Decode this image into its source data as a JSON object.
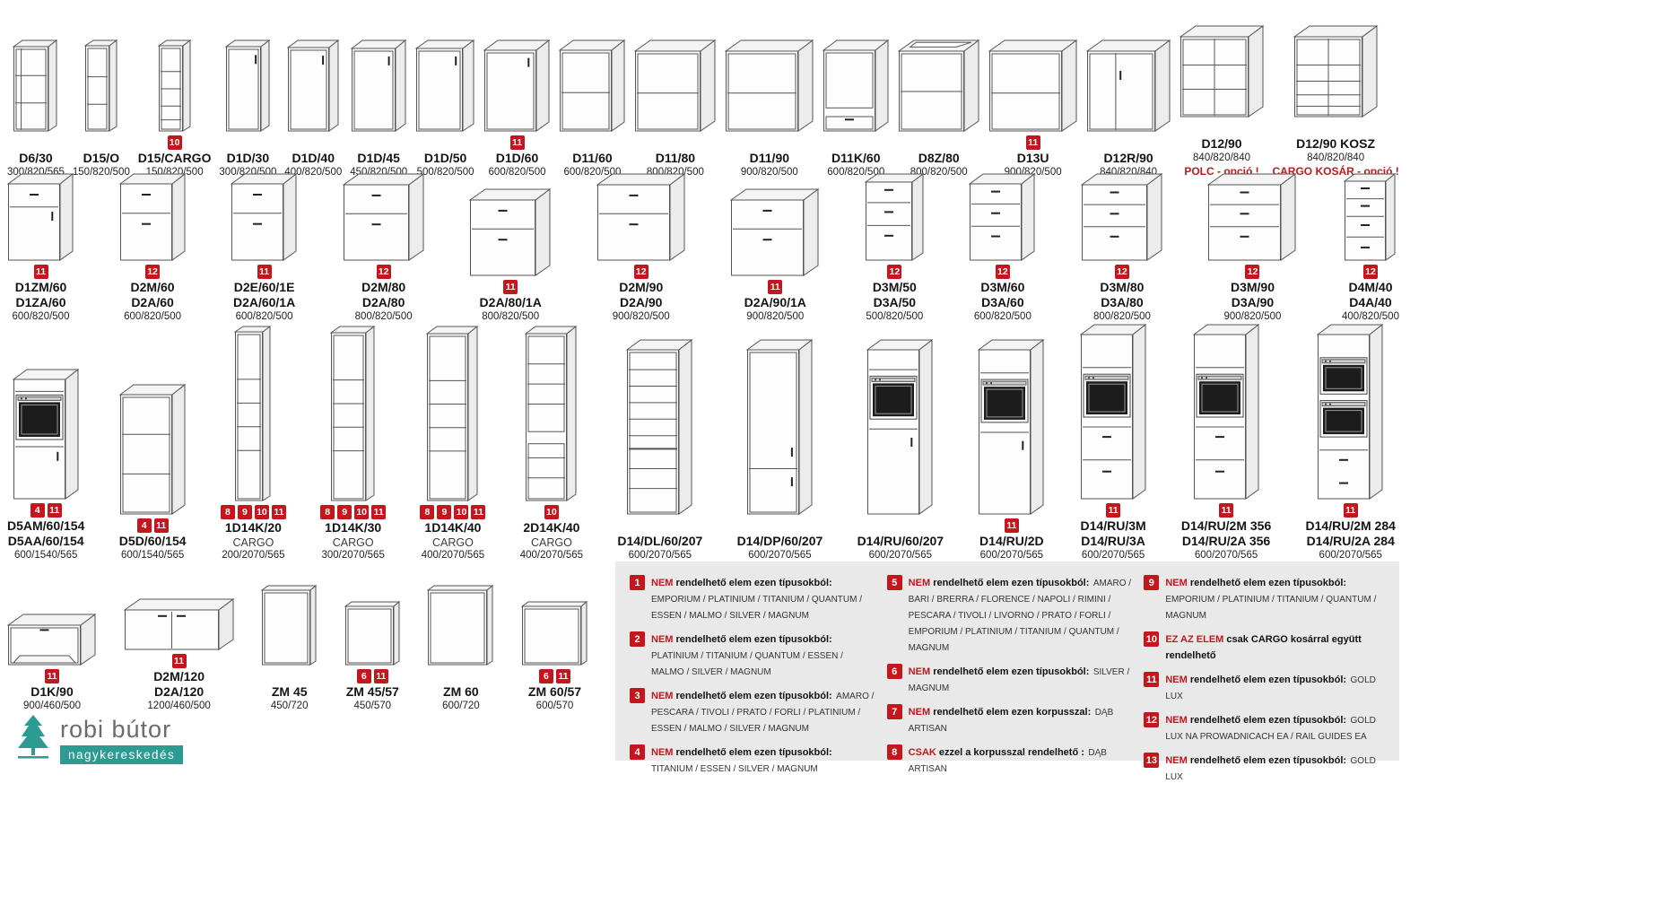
{
  "colors": {
    "badge_red": "#c4161c",
    "note_red": "#c4161c",
    "legend_background": "#e9e9e9",
    "logo_teal": "#2e9b93",
    "drawing_line": "#555555"
  },
  "logo": {
    "icon": "tree-icon",
    "name": "robi bútor",
    "subtitle": "nagykereskedés"
  },
  "rows": [
    {
      "name": "base-cabinets",
      "items": [
        {
          "code": [
            "D6/30"
          ],
          "dims": "300/820/565",
          "badges": [],
          "drawing": "open-corner-shelf"
        },
        {
          "code": [
            "D15/O"
          ],
          "dims": "150/820/500",
          "badges": [],
          "drawing": "open-shelf"
        },
        {
          "code": [
            "D15/CARGO"
          ],
          "dims": "150/820/500",
          "badges": [
            10
          ],
          "drawing": "cargo-pullout"
        },
        {
          "code": [
            "D1D/30"
          ],
          "dims": "300/820/500",
          "badges": [],
          "drawing": "single-door"
        },
        {
          "code": [
            "D1D/40"
          ],
          "dims": "400/820/500",
          "badges": [],
          "drawing": "single-door"
        },
        {
          "code": [
            "D1D/45"
          ],
          "dims": "450/820/500",
          "badges": [],
          "drawing": "single-door"
        },
        {
          "code": [
            "D1D/50"
          ],
          "dims": "500/820/500",
          "badges": [],
          "drawing": "single-door"
        },
        {
          "code": [
            "D1D/60"
          ],
          "dims": "600/820/500",
          "badges": [
            11
          ],
          "drawing": "single-door"
        },
        {
          "code": [
            "D11/60"
          ],
          "dims": "600/820/500",
          "badges": [],
          "drawing": "open-carcass"
        },
        {
          "code": [
            "D11/80"
          ],
          "dims": "800/820/500",
          "badges": [],
          "drawing": "open-carcass"
        },
        {
          "code": [
            "D11/90"
          ],
          "dims": "900/820/500",
          "badges": [],
          "drawing": "open-carcass"
        },
        {
          "code": [
            "D11K/60"
          ],
          "dims": "600/820/500",
          "badges": [],
          "drawing": "carcass-with-drawer"
        },
        {
          "code": [
            "D8Z/80"
          ],
          "dims": "800/820/500",
          "badges": [],
          "drawing": "sink-carcass"
        },
        {
          "code": [
            "D13U"
          ],
          "dims": "900/820/500",
          "badges": [
            11
          ],
          "drawing": "open-carcass"
        },
        {
          "code": [
            "D12R/90"
          ],
          "dims": "840/820/840",
          "badges": [],
          "drawing": "corner-door"
        },
        {
          "code": [
            "D12/90"
          ],
          "dims": "840/820/840",
          "badges": [],
          "drawing": "corner-l",
          "note": "POLC - opció !"
        },
        {
          "code": [
            "D12/90 KOSZ"
          ],
          "dims": "840/820/840",
          "badges": [],
          "drawing": "corner-l-basket",
          "note": "CARGO KOSÁR - opció !"
        }
      ]
    },
    {
      "name": "drawer-cabinets",
      "items": [
        {
          "code": [
            "D1ZM/60",
            "D1ZA/60"
          ],
          "dims": "600/820/500",
          "badges": [
            11
          ],
          "drawing": "drawer-over-door"
        },
        {
          "code": [
            "D2M/60",
            "D2A/60"
          ],
          "dims": "600/820/500",
          "badges": [
            12
          ],
          "drawing": "two-drawer"
        },
        {
          "code": [
            "D2E/60/1E",
            "D2A/60/1A"
          ],
          "dims": "600/820/500",
          "badges": [
            11
          ],
          "drawing": "two-drawer"
        },
        {
          "code": [
            "D2M/80",
            "D2A/80"
          ],
          "dims": "800/820/500",
          "badges": [
            12
          ],
          "drawing": "two-drawer"
        },
        {
          "code": [
            "D2A/80/1A"
          ],
          "dims": "800/820/500",
          "badges": [
            11
          ],
          "drawing": "two-drawer"
        },
        {
          "code": [
            "D2M/90",
            "D2A/90"
          ],
          "dims": "900/820/500",
          "badges": [
            12
          ],
          "drawing": "two-drawer"
        },
        {
          "code": [
            "D2A/90/1A"
          ],
          "dims": "900/820/500",
          "badges": [
            11
          ],
          "drawing": "two-drawer"
        },
        {
          "code": [
            "D3M/50",
            "D3A/50"
          ],
          "dims": "500/820/500",
          "badges": [
            12
          ],
          "drawing": "three-drawer"
        },
        {
          "code": [
            "D3M/60",
            "D3A/60"
          ],
          "dims": "600/820/500",
          "badges": [
            12
          ],
          "drawing": "three-drawer"
        },
        {
          "code": [
            "D3M/80",
            "D3A/80"
          ],
          "dims": "800/820/500",
          "badges": [
            12
          ],
          "drawing": "three-drawer"
        },
        {
          "code": [
            "D3M/90",
            "D3A/90"
          ],
          "dims": "900/820/500",
          "badges": [
            12
          ],
          "drawing": "three-drawer"
        },
        {
          "code": [
            "D4M/40",
            "D4A/40"
          ],
          "dims": "400/820/500",
          "badges": [
            12
          ],
          "drawing": "four-drawer"
        }
      ]
    },
    {
      "name": "tall-cabinets",
      "items": [
        {
          "code": [
            "D5AM/60/154",
            "D5AA/60/154"
          ],
          "dims": "600/1540/565",
          "badges": [
            4,
            11
          ],
          "drawing": "tall-oven"
        },
        {
          "code": [
            "D5D/60/154"
          ],
          "dims": "600/1540/565",
          "badges": [
            4,
            11
          ],
          "drawing": "tall-open"
        },
        {
          "code": [
            "1D14K/20"
          ],
          "sub": "CARGO",
          "dims": "200/2070/565",
          "badges": [
            8,
            9,
            10,
            11
          ],
          "drawing": "tall-cargo"
        },
        {
          "code": [
            "1D14K/30"
          ],
          "sub": "CARGO",
          "dims": "300/2070/565",
          "badges": [
            8,
            9,
            10,
            11
          ],
          "drawing": "tall-cargo"
        },
        {
          "code": [
            "1D14K/40"
          ],
          "sub": "CARGO",
          "dims": "400/2070/565",
          "badges": [
            8,
            9,
            10,
            11
          ],
          "drawing": "tall-cargo"
        },
        {
          "code": [
            "2D14K/40"
          ],
          "sub": "CARGO",
          "dims": "400/2070/565",
          "badges": [
            10
          ],
          "drawing": "tall-cargo-two"
        },
        {
          "code": [
            "D14/DL/60/207"
          ],
          "dims": "600/2070/565",
          "badges": [],
          "drawing": "tall-fridge"
        },
        {
          "code": [
            "D14/DP/60/207"
          ],
          "dims": "600/2070/565",
          "badges": [],
          "drawing": "tall-door"
        },
        {
          "code": [
            "D14/RU/60/207"
          ],
          "dims": "600/2070/565",
          "badges": [],
          "drawing": "tall-oven-flap"
        },
        {
          "code": [
            "D14/RU/2D"
          ],
          "dims": "600/2070/565",
          "badges": [
            11
          ],
          "drawing": "tall-oven-2d"
        },
        {
          "code": [
            "D14/RU/3M",
            "D14/RU/3A"
          ],
          "dims": "600/2070/565",
          "badges": [
            11
          ],
          "drawing": "tall-oven-drawers"
        },
        {
          "code": [
            "D14/RU/2M 356",
            "D14/RU/2A 356"
          ],
          "dims": "600/2070/565",
          "badges": [
            11
          ],
          "drawing": "tall-oven-drawers"
        },
        {
          "code": [
            "D14/RU/2M 284",
            "D14/RU/2A 284"
          ],
          "dims": "600/2070/565",
          "badges": [
            11
          ],
          "drawing": "tall-double-oven"
        }
      ]
    },
    {
      "name": "low-and-panel-cabinets",
      "items": [
        {
          "code": [
            "D1K/90"
          ],
          "dims": "900/460/500",
          "badges": [
            11
          ],
          "drawing": "flap-door"
        },
        {
          "code": [
            "D2M/120",
            "D2A/120"
          ],
          "dims": "1200/460/500",
          "badges": [
            11
          ],
          "drawing": "wide-two-door"
        },
        {
          "code": [
            "ZM 45"
          ],
          "dims": "450/720",
          "badges": [],
          "drawing": "front-panel"
        },
        {
          "code": [
            "ZM 45/57"
          ],
          "dims": "450/570",
          "badges": [
            6,
            11
          ],
          "drawing": "front-panel"
        },
        {
          "code": [
            "ZM 60"
          ],
          "dims": "600/720",
          "badges": [],
          "drawing": "front-panel"
        },
        {
          "code": [
            "ZM 60/57"
          ],
          "dims": "600/570",
          "badges": [
            6,
            11
          ],
          "drawing": "front-panel"
        }
      ]
    }
  ],
  "legend": {
    "columns": [
      [
        {
          "num": "1",
          "lead": "NEM",
          "head": "rendelhető elem ezen típusokból:",
          "body": "EMPORIUM / PLATINIUM / TITANIUM / QUANTUM / ESSEN / MALMO / SILVER / MAGNUM"
        },
        {
          "num": "2",
          "lead": "NEM",
          "head": "rendelhető elem ezen típusokból:",
          "body": "PLATINIUM / TITANIUM / QUANTUM / ESSEN / MALMO / SILVER / MAGNUM"
        },
        {
          "num": "3",
          "lead": "NEM",
          "head": "rendelhető elem ezen típusokból:",
          "body": "AMARO / PESCARA / TIVOLI / PRATO / FORLI / PLATINIUM / ESSEN / MALMO / SILVER / MAGNUM"
        },
        {
          "num": "4",
          "lead": "NEM",
          "head": "rendelhető elem ezen típusokból:",
          "body": "TITANIUM / ESSEN / SILVER / MAGNUM"
        }
      ],
      [
        {
          "num": "5",
          "lead": "NEM",
          "head": "rendelhető elem ezen típusokból:",
          "body": "AMARO / BARI / BRERRA / FLORENCE / NAPOLI / RIMINI / PESCARA / TIVOLI / LIVORNO / PRATO / FORLI / EMPORIUM / PLATINIUM / TITANIUM / QUANTUM / MAGNUM"
        },
        {
          "num": "6",
          "lead": "NEM",
          "head": "rendelhető elem ezen típusokból:",
          "body": "SILVER / MAGNUM"
        },
        {
          "num": "7",
          "lead": "NEM",
          "head": "rendelhető elem ezen korpusszal:",
          "body": "DĄB ARTISAN"
        },
        {
          "num": "8",
          "lead": "CSAK",
          "head": "ezzel a korpusszal rendelhető :",
          "body": "DĄB ARTISAN"
        }
      ],
      [
        {
          "num": "9",
          "lead": "NEM",
          "head": "rendelhető elem ezen típusokból:",
          "body": "EMPORIUM / PLATINIUM / TITANIUM / QUANTUM / MAGNUM"
        },
        {
          "num": "10",
          "lead": "EZ AZ ELEM",
          "head": "csak CARGO kosárral együtt rendelhető",
          "body": ""
        },
        {
          "num": "11",
          "lead": "NEM",
          "head": "rendelhető elem ezen típusokból:",
          "body": "GOLD LUX"
        },
        {
          "num": "12",
          "lead": "NEM",
          "head": "rendelhető elem ezen típusokból:",
          "body": "GOLD LUX na prowadnicach EA / rail guides EA"
        },
        {
          "num": "13",
          "lead": "NEM",
          "head": "rendelhető elem ezen típusokból:",
          "body": "GOLD LUX"
        }
      ]
    ]
  }
}
